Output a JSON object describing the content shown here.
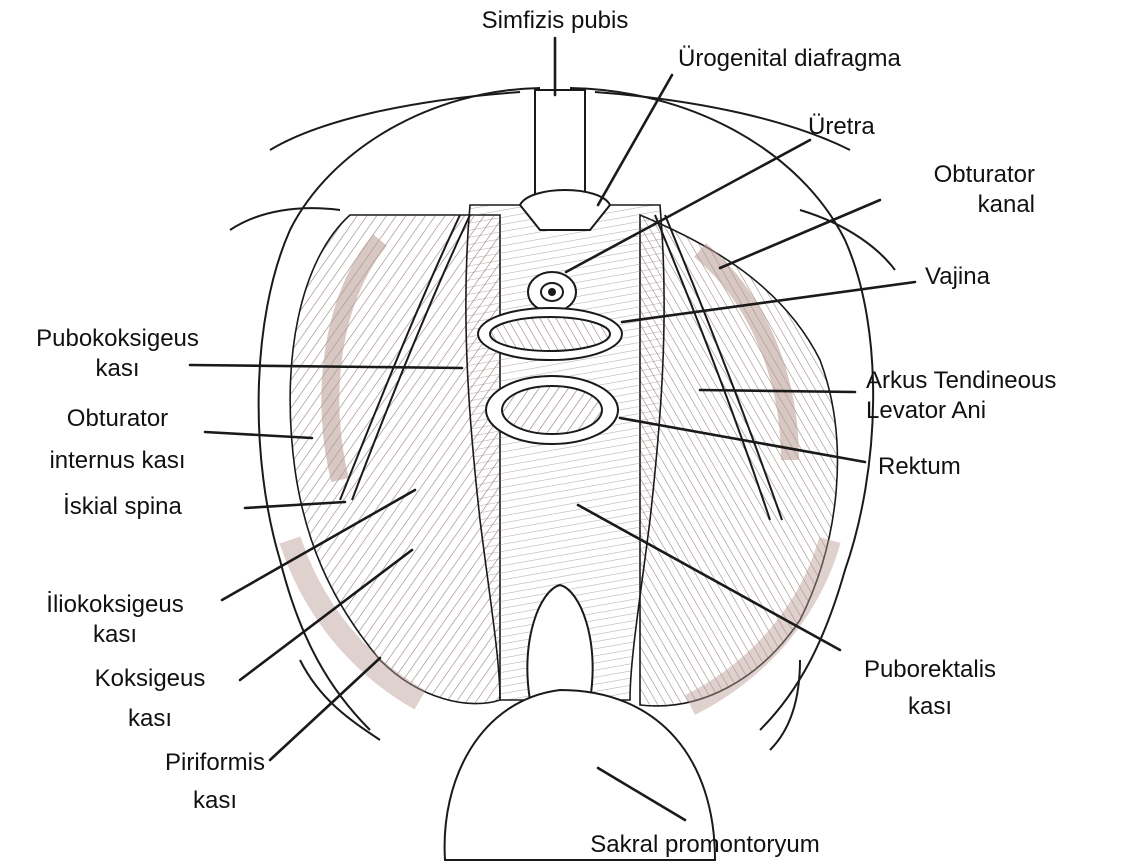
{
  "labels": {
    "simfizis_pubis": "Simfizis pubis",
    "urogenital_diafragma": "Ürogenital diafragma",
    "uretra": "Üretra",
    "obturator_kanal_1": "Obturator",
    "obturator_kanal_2": "kanal",
    "vajina": "Vajina",
    "pubokoksigeus_1": "Pubokoksigeus",
    "pubokoksigeus_2": "kası",
    "arkus_1": "Arkus Tendineous",
    "arkus_2": "Levator Ani",
    "obturator_internus_1": "Obturator",
    "obturator_internus_2": "internus kası",
    "rektum": "Rektum",
    "iskial_spina": "İskial spina",
    "iliokoksigeus_1": "İliokoksigeus",
    "iliokoksigeus_2": "kası",
    "koksigeus_1": "Koksigeus",
    "koksigeus_2": "kası",
    "puborektalis_1": "Puborektalis",
    "puborektalis_2": "kası",
    "piriformis_1": "Piriformis",
    "piriformis_2": "kası",
    "sakral_promontoryum": "Sakral promontoryum"
  },
  "colors": {
    "ink": "#1a1a1a",
    "muscle_shade": "#b89a92",
    "background": "#ffffff"
  }
}
